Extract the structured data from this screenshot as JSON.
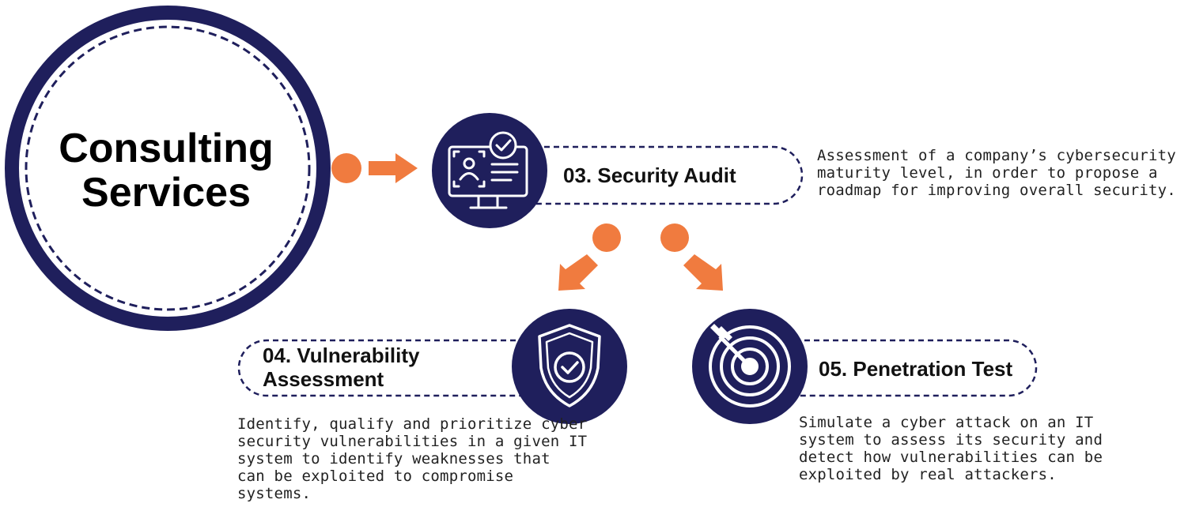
{
  "colors": {
    "navy": "#1f1f5c",
    "orange": "#f07b3f",
    "white": "#ffffff"
  },
  "center": {
    "title_lines": [
      "Consulting",
      "Services"
    ]
  },
  "steps": [
    {
      "label": "03. Security Audit",
      "icon": "monitor-id-check-icon",
      "description_lines": [
        "Assessment of a company’s cybersecurity",
        "maturity level, in order to propose a",
        "roadmap for improving overall security."
      ]
    },
    {
      "label_lines": [
        "04. Vulnerability",
        "Assessment"
      ],
      "icon": "shield-check-icon",
      "description_lines": [
        "Identify, qualify and prioritize cyber",
        "security vulnerabilities in a given IT",
        "system to identify weaknesses that",
        "can be exploited to compromise",
        "systems."
      ]
    },
    {
      "label": "05. Penetration Test",
      "icon": "target-arrow-icon",
      "description_lines": [
        "Simulate a cyber attack on an IT",
        "system to assess its security and",
        "detect how vulnerabilities can be",
        "exploited by real attackers."
      ]
    }
  ]
}
